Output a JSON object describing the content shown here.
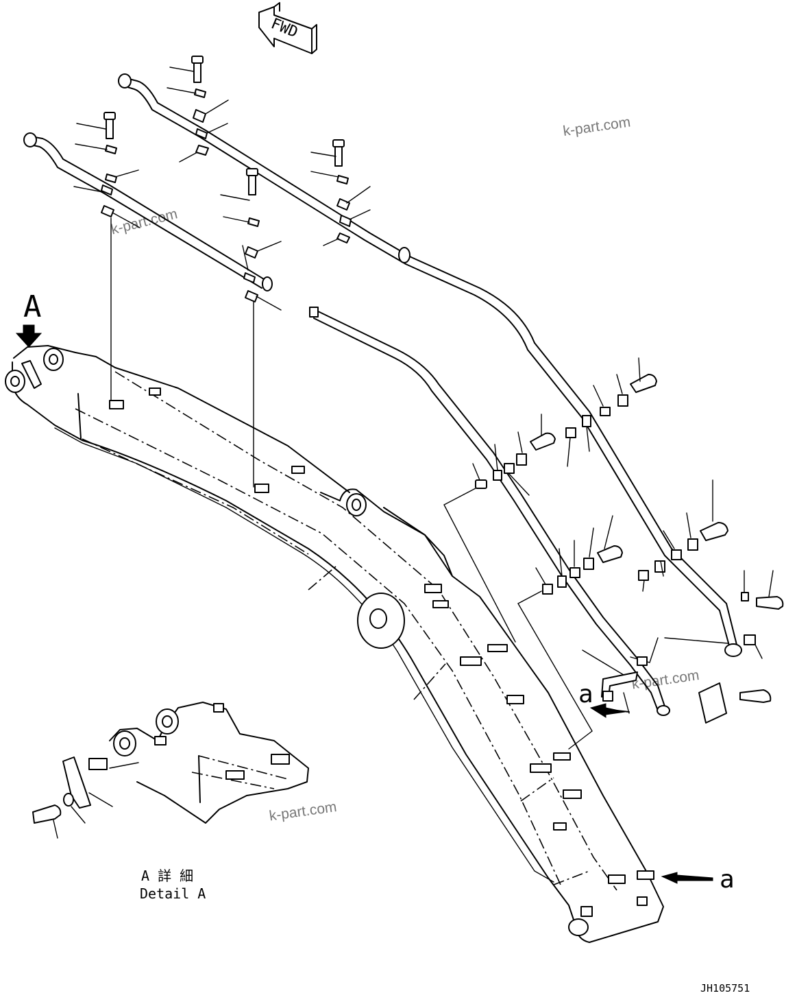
{
  "orientation": {
    "fwd_label": "FWD"
  },
  "view_markers": {
    "detail_key": "A",
    "connector_ref_1": "a",
    "connector_ref_2": "a"
  },
  "detail_caption": {
    "japanese": "A 詳 細",
    "english": "Detail A"
  },
  "watermark": "k-part.com",
  "drawing_number": "JH105751",
  "icons": [
    "fwd-arrow-icon",
    "view-arrow-icon",
    "leader-arrow-icon"
  ]
}
